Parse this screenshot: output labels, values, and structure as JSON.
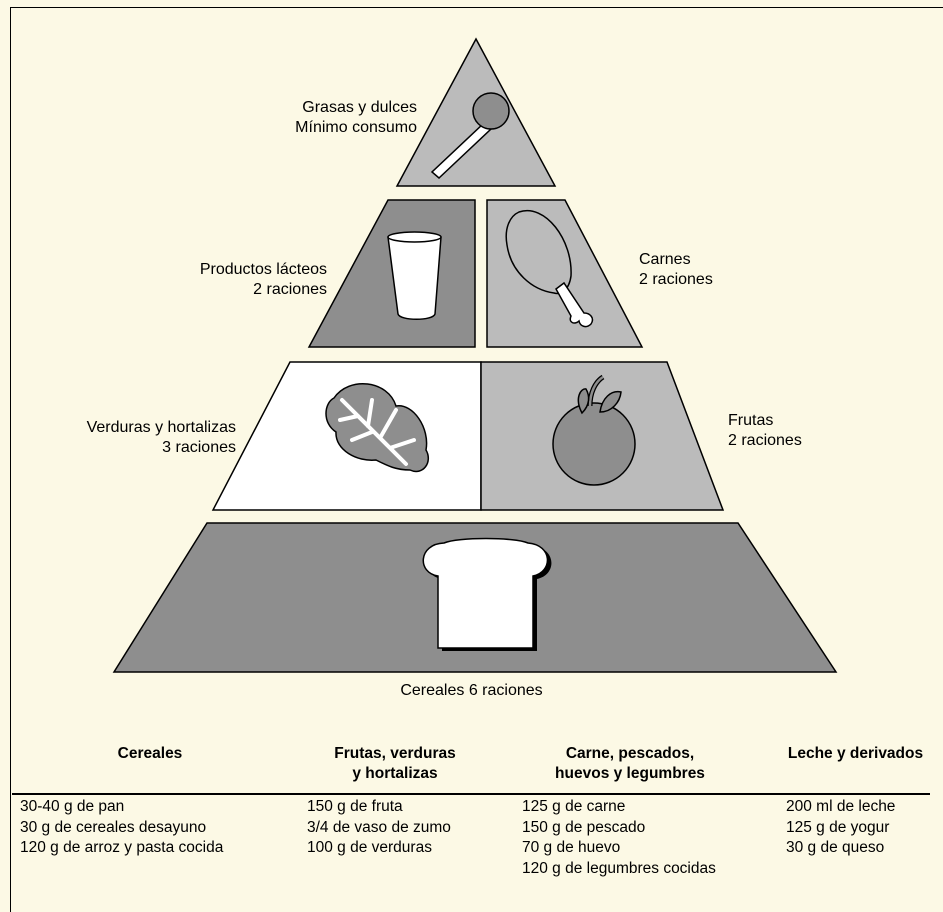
{
  "pyramid": {
    "top": {
      "name": "Grasas y dulces",
      "note": "Mínimo consumo",
      "icon": "spoon-icon"
    },
    "level2_left": {
      "name": "Productos lácteos",
      "note": "2 raciones",
      "icon": "glass-icon"
    },
    "level2_right": {
      "name": "Carnes",
      "note": "2 raciones",
      "icon": "chicken-leg-icon"
    },
    "level3_left": {
      "name": "Verduras y hortalizas",
      "note": "3 raciones",
      "icon": "leaf-icon"
    },
    "level3_right": {
      "name": "Frutas",
      "note": "2 raciones",
      "icon": "apple-icon"
    },
    "base": {
      "label": "Cereales 6 raciones",
      "icon": "bread-icon"
    }
  },
  "colors": {
    "background": "#fcf9e5",
    "light_gray": "#bbbbbb",
    "dark_gray": "#8e8e8e",
    "white": "#ffffff"
  },
  "table": {
    "headers": [
      [
        "Cereales"
      ],
      [
        "Frutas, verduras",
        "y hortalizas"
      ],
      [
        "Carne, pescados,",
        "huevos y legumbres"
      ],
      [
        "Leche y derivados"
      ]
    ],
    "columns": [
      [
        "30-40 g de pan",
        "30 g de cereales desayuno",
        "120 g de arroz y pasta cocida"
      ],
      [
        "150 g de fruta",
        "3/4 de vaso de zumo",
        "100 g de verduras"
      ],
      [
        "125 g de carne",
        "150 g de pescado",
        "70 g de huevo",
        "120 g de legumbres cocidas"
      ],
      [
        "200 ml de leche",
        "125 g de yogur",
        "30 g de queso"
      ]
    ]
  }
}
